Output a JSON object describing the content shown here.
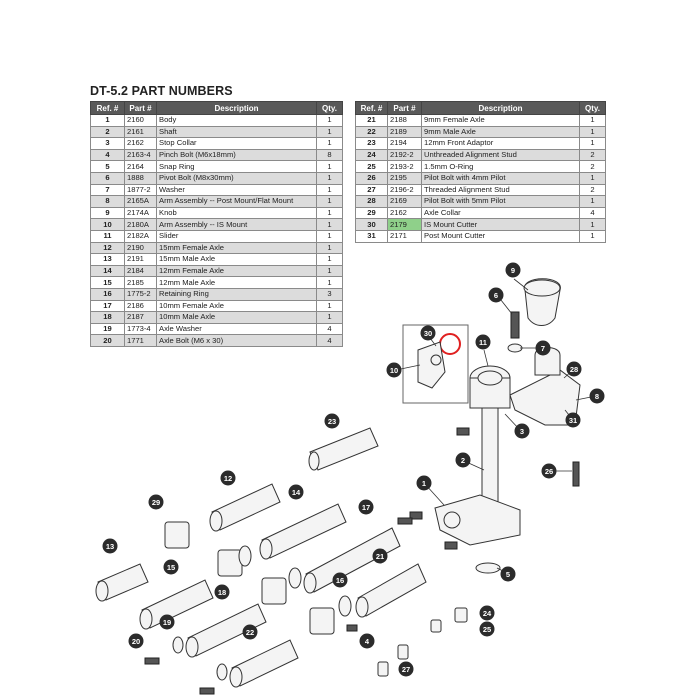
{
  "title": "DT-5.2 PART NUMBERS",
  "headers": {
    "ref": "Ref. #",
    "part": "Part #",
    "desc": "Description",
    "qty": "Qty."
  },
  "left_rows": [
    {
      "ref": "1",
      "part": "2160",
      "desc": "Body",
      "qty": "1"
    },
    {
      "ref": "2",
      "part": "2161",
      "desc": "Shaft",
      "qty": "1"
    },
    {
      "ref": "3",
      "part": "2162",
      "desc": "Stop Collar",
      "qty": "1"
    },
    {
      "ref": "4",
      "part": "2163-4",
      "desc": "Pinch Bolt (M6x18mm)",
      "qty": "8"
    },
    {
      "ref": "5",
      "part": "2164",
      "desc": "Snap Ring",
      "qty": "1"
    },
    {
      "ref": "6",
      "part": "1888",
      "desc": "Pivot Bolt (M8x30mm)",
      "qty": "1"
    },
    {
      "ref": "7",
      "part": "1877-2",
      "desc": "Washer",
      "qty": "1"
    },
    {
      "ref": "8",
      "part": "2165A",
      "desc": "Arm Assembly -- Post Mount/Flat Mount",
      "qty": "1"
    },
    {
      "ref": "9",
      "part": "2174A",
      "desc": "Knob",
      "qty": "1"
    },
    {
      "ref": "10",
      "part": "2180A",
      "desc": "Arm Assembly -- IS Mount",
      "qty": "1"
    },
    {
      "ref": "11",
      "part": "2182A",
      "desc": "Slider",
      "qty": "1"
    },
    {
      "ref": "12",
      "part": "2190",
      "desc": "15mm Female Axle",
      "qty": "1"
    },
    {
      "ref": "13",
      "part": "2191",
      "desc": "15mm Male Axle",
      "qty": "1"
    },
    {
      "ref": "14",
      "part": "2184",
      "desc": "12mm Female Axle",
      "qty": "1"
    },
    {
      "ref": "15",
      "part": "2185",
      "desc": "12mm Male Axle",
      "qty": "1"
    },
    {
      "ref": "16",
      "part": "1775-2",
      "desc": "Retaining Ring",
      "qty": "3"
    },
    {
      "ref": "17",
      "part": "2186",
      "desc": "10mm Female Axle",
      "qty": "1"
    },
    {
      "ref": "18",
      "part": "2187",
      "desc": "10mm Male Axle",
      "qty": "1"
    },
    {
      "ref": "19",
      "part": "1773-4",
      "desc": "Axle Washer",
      "qty": "4"
    },
    {
      "ref": "20",
      "part": "1771",
      "desc": "Axle Bolt (M6 x 30)",
      "qty": "4"
    }
  ],
  "right_rows": [
    {
      "ref": "21",
      "part": "2188",
      "desc": "9mm Female Axle",
      "qty": "1"
    },
    {
      "ref": "22",
      "part": "2189",
      "desc": "9mm Male Axle",
      "qty": "1"
    },
    {
      "ref": "23",
      "part": "2194",
      "desc": "12mm Front Adaptor",
      "qty": "1"
    },
    {
      "ref": "24",
      "part": "2192-2",
      "desc": "Unthreaded Alignment Stud",
      "qty": "2"
    },
    {
      "ref": "25",
      "part": "2193-2",
      "desc": "1.5mm O-Ring",
      "qty": "2"
    },
    {
      "ref": "26",
      "part": "2195",
      "desc": "Pilot Bolt with 4mm Pilot",
      "qty": "1"
    },
    {
      "ref": "27",
      "part": "2196-2",
      "desc": "Threaded Alignment Stud",
      "qty": "2"
    },
    {
      "ref": "28",
      "part": "2169",
      "desc": "Pilot Bolt with 5mm Pilot",
      "qty": "1"
    },
    {
      "ref": "29",
      "part": "2162",
      "desc": "Axle Collar",
      "qty": "4"
    },
    {
      "ref": "30",
      "part": "2179",
      "desc": "IS Mount Cutter",
      "qty": "1",
      "highlight": true
    },
    {
      "ref": "31",
      "part": "2171",
      "desc": "Post Mount Cutter",
      "qty": "1"
    }
  ],
  "callouts": [
    "1",
    "2",
    "3",
    "4",
    "5",
    "6",
    "7",
    "8",
    "9",
    "10",
    "11",
    "12",
    "13",
    "14",
    "15",
    "16",
    "17",
    "18",
    "19",
    "20",
    "21",
    "22",
    "23",
    "24",
    "25",
    "26",
    "27",
    "28",
    "29",
    "30",
    "31"
  ]
}
